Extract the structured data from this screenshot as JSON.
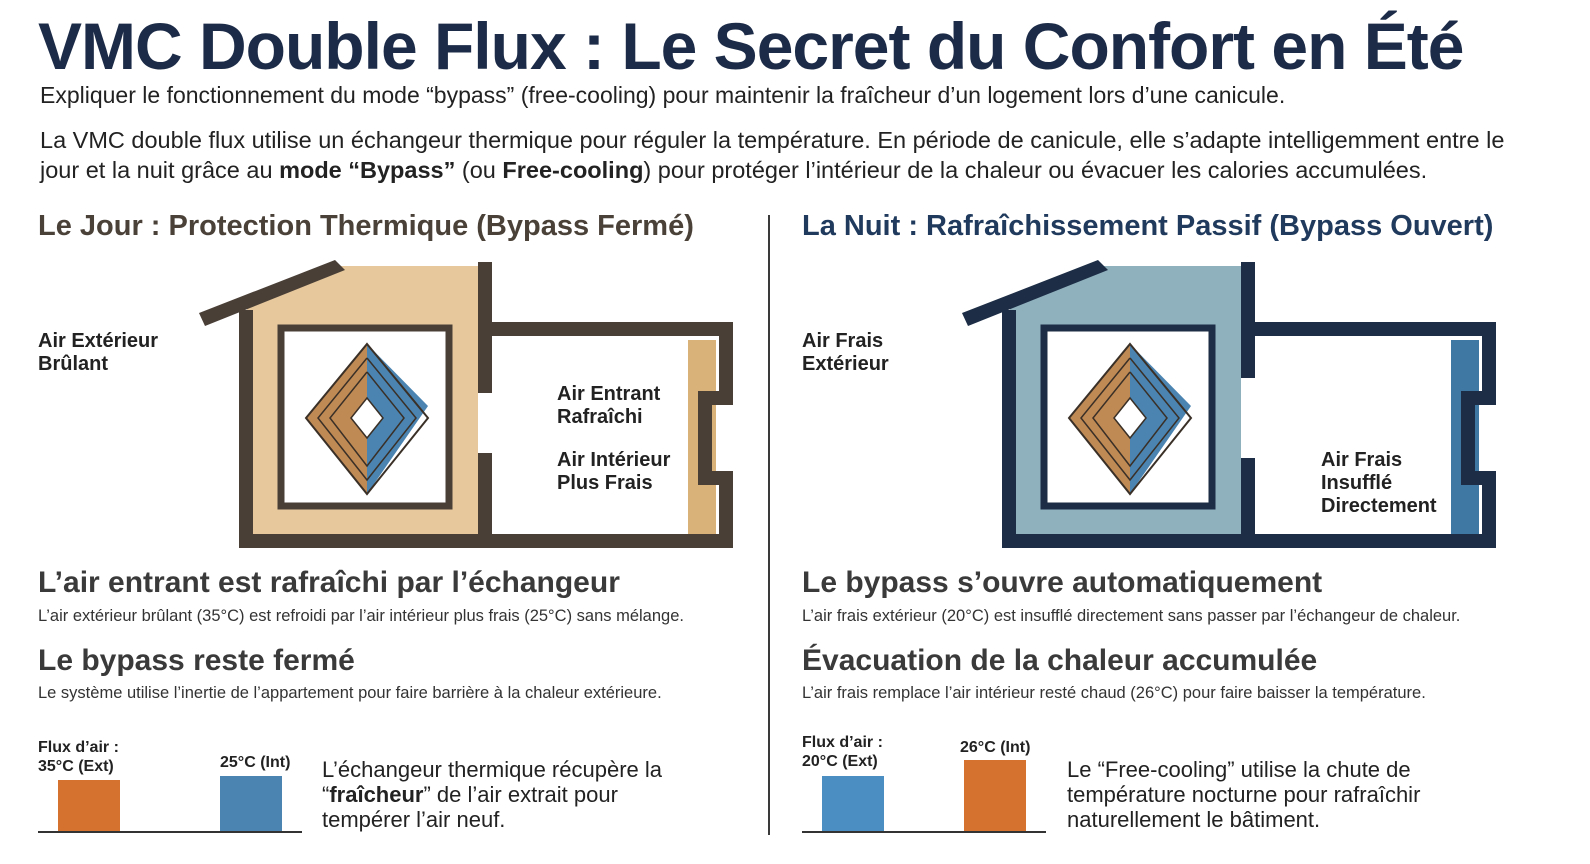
{
  "header": {
    "title": "VMC Double Flux : Le Secret du Confort en Été",
    "subtitle": "Expliquer le fonctionnement du mode “bypass” (free-cooling) pour maintenir la fraîcheur d’un logement lors d’une canicule.",
    "intro": {
      "part1": "La VMC double flux utilise un échangeur thermique pour réguler la température. En période de canicule, elle s’adapte intelligemment entre le jour et la nuit grâce au ",
      "bold1": "mode “Bypass”",
      "part2": " (ou ",
      "bold2": "Free-cooling",
      "part3": ") pour protéger l’intérieur de la chaleur ou évacuer les calories accumulées."
    }
  },
  "day": {
    "heading": "Le Jour : Protection Thermique (Bypass Fermé)",
    "label_outside": "Air Extérieur\nBrûlant",
    "label_in1": "Air Entrant\nRafraîchi",
    "label_in2": "Air Intérieur\nPlus Frais",
    "h1": "L’air entrant est rafraîchi par l’échangeur",
    "p1": "L’air extérieur brûlant (35°C) est refroidi par l’air intérieur plus frais (25°C) sans mélange.",
    "h2": "Le bypass reste fermé",
    "p2": "Le système utilise l’inertie de l’appartement pour faire barrière à la chaleur extérieure.",
    "bar_label_1": "Flux d’air :\n35°C (Ext)",
    "bar_label_2": "25°C (Int)",
    "note_a": "L’échangeur thermique récupère la “",
    "note_b": "fraîcheur",
    "note_c": "” de l’air extrait pour tempérer l’air neuf."
  },
  "night": {
    "heading": "La Nuit : Rafraîchissement Passif (Bypass Ouvert)",
    "label_outside": "Air Frais\nExtérieur",
    "label_in": "Air Frais\nInsufflé\nDirectement",
    "h1": "Le bypass s’ouvre automatiquement",
    "p1": "L’air frais extérieur (20°C) est insufflé directement sans passer par l’échangeur de chaleur.",
    "h2": "Évacuation de la chaleur accumulée",
    "p2": "L’air frais remplace l’air intérieur resté chaud (26°C) pour faire baisser la température.",
    "bar_label_1": "Flux d’air :\n20°C (Ext)",
    "bar_label_2": "26°C (Int)",
    "note": "Le “Free-cooling” utilise la chute de température nocturne pour rafraîchir naturellement le bâtiment."
  },
  "colors": {
    "hot": "#d5722f",
    "cool": "#4b84b1",
    "day_fill": "#e6c89c",
    "night_fill": "#8fb0bd",
    "day_wall": "#4a3f37",
    "night_wall": "#1c2d45"
  },
  "icons": {
    "day_house": "house-diagram-icon",
    "night_house": "house-diagram-icon",
    "exchanger": "heat-exchanger-icon"
  }
}
